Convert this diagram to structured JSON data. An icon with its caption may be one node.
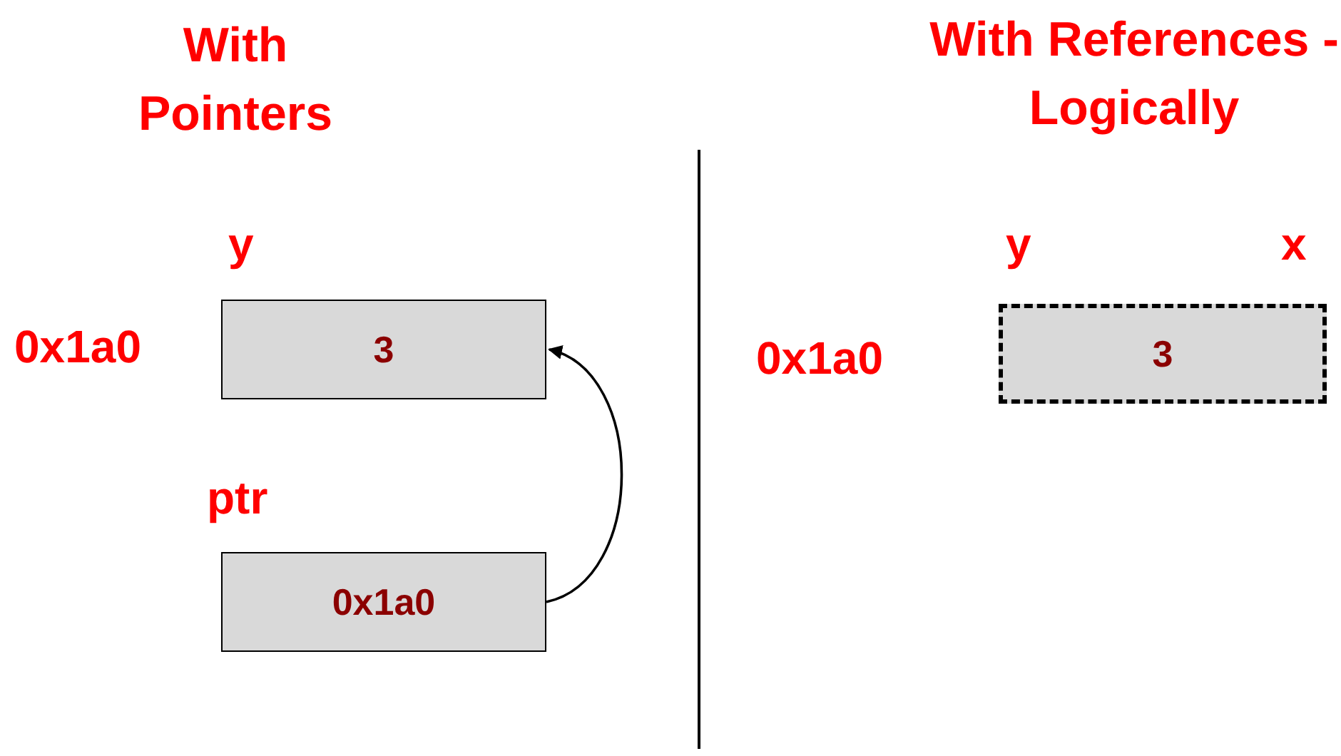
{
  "diagram": {
    "nodes": [
      {
        "text": [
          "3"
        ],
        "beside": [
          "y",
          "0x1a0"
        ]
      },
      {
        "text": [
          "0x1a0"
        ],
        "beside": [
          "ptr"
        ]
      },
      {
        "text": [
          "3"
        ],
        "beside": [
          "y",
          "x",
          "0x1a0"
        ]
      }
    ],
    "edges": [
      {
        "from": 1,
        "to": 0,
        "arrow": "to"
      }
    ],
    "labels": [
      "With Pointers",
      "With References - Logically"
    ]
  }
}
